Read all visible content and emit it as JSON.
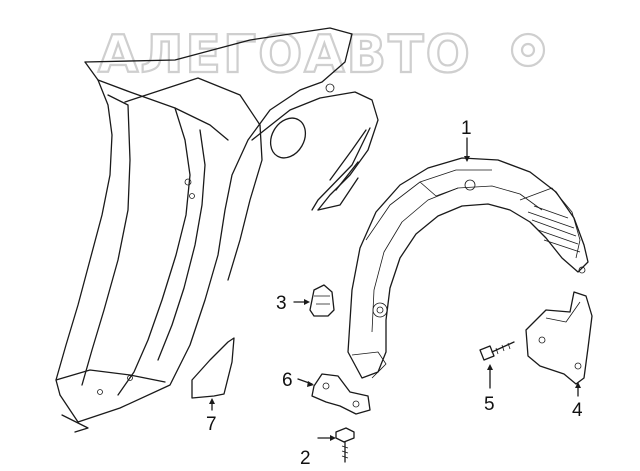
{
  "watermark": {
    "text": "АЛЕГОАВТО"
  },
  "callouts": [
    {
      "id": "1",
      "label": "1"
    },
    {
      "id": "2",
      "label": "2"
    },
    {
      "id": "3",
      "label": "3"
    },
    {
      "id": "4",
      "label": "4"
    },
    {
      "id": "5",
      "label": "5"
    },
    {
      "id": "6",
      "label": "6"
    },
    {
      "id": "7",
      "label": "7"
    }
  ],
  "parts": [
    {
      "callout": "1",
      "name": "inner-fender-liner"
    },
    {
      "callout": "2",
      "name": "screw"
    },
    {
      "callout": "3",
      "name": "clip-nut"
    },
    {
      "callout": "4",
      "name": "mud-flap"
    },
    {
      "callout": "5",
      "name": "bolt"
    },
    {
      "callout": "6",
      "name": "bracket"
    },
    {
      "callout": "7",
      "name": "trim-panel"
    }
  ],
  "colors": {
    "line": "#1a1a1a",
    "watermark": "#cfcfcf",
    "background": "#ffffff"
  }
}
